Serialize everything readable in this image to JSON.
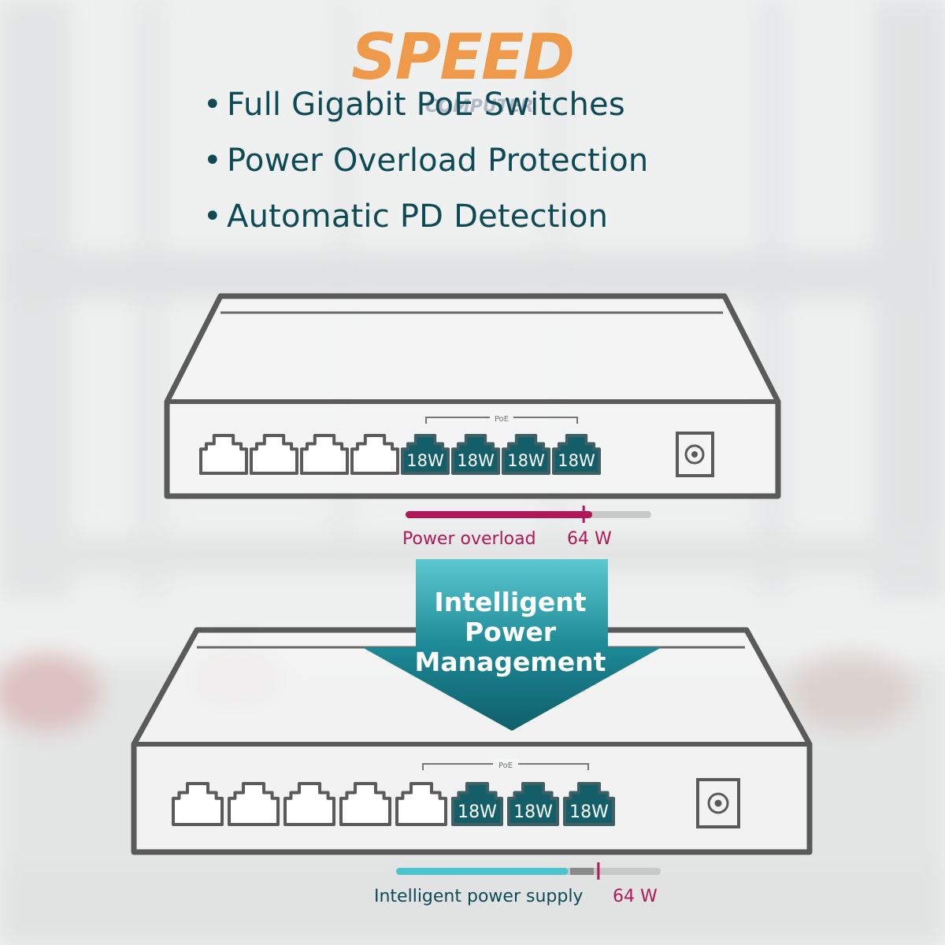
{
  "logo": {
    "main": "SPEED",
    "sub": "COMPUTER"
  },
  "features": [
    "Full Gigabit PoE Switches",
    "Power Overload Protection",
    "Automatic PD Detection"
  ],
  "bullet": "•",
  "switch_top": {
    "poe_label": "PoE",
    "ports": [
      "",
      "",
      "",
      "",
      "18W",
      "18W",
      "18W",
      "18W"
    ],
    "bar_label": "Power overload",
    "bar_value": "64 W",
    "bar_fill": 0.76,
    "bar_marker": 0.72
  },
  "arrow": {
    "line1": "Intelligent",
    "line2": "Power",
    "line3": "Management"
  },
  "switch_bottom": {
    "poe_label": "PoE",
    "ports": [
      "",
      "",
      "",
      "",
      "",
      "18W",
      "18W",
      "18W"
    ],
    "bar_label": "Intelligent power supply",
    "bar_value": "64 W",
    "bar_fill": 0.65,
    "bar_marker": 0.76
  },
  "colors": {
    "teal_dark": "#0d4a55",
    "port_fill": "#145e6a",
    "overload": "#b0185a",
    "supply": "#4cc4cf",
    "outline": "#5a5a5a",
    "logo_orange": "#f0913a"
  }
}
